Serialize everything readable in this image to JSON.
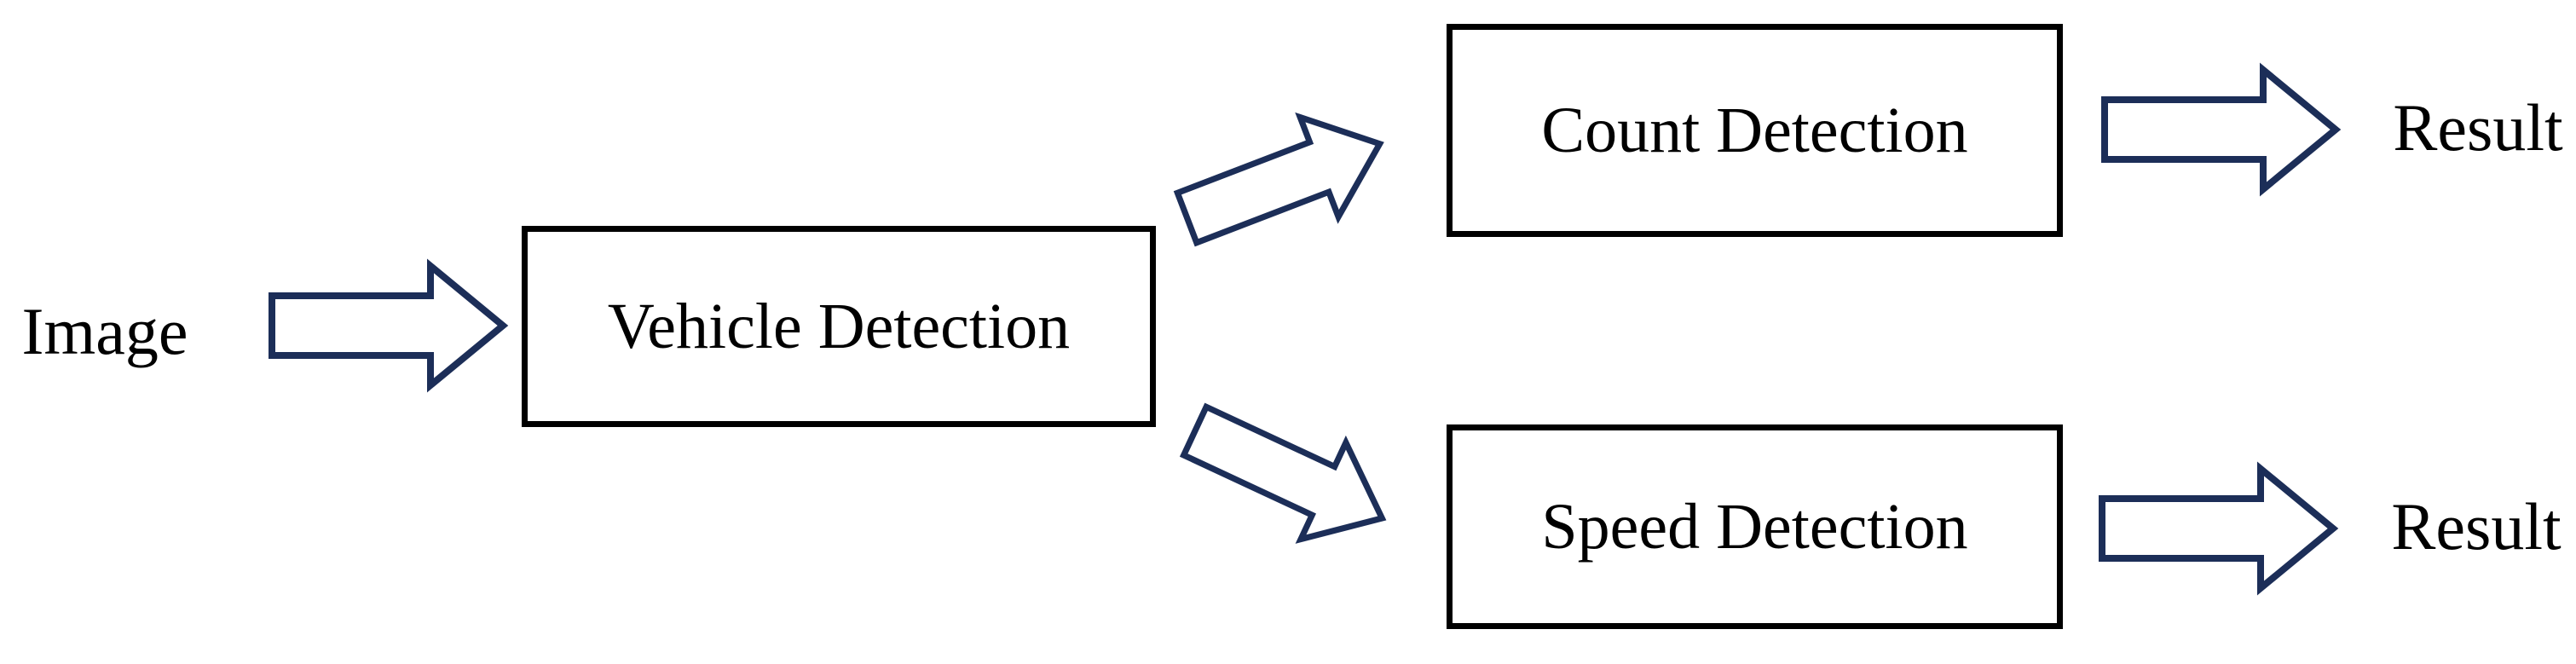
{
  "diagram": {
    "nodes": {
      "input": {
        "label": "Image"
      },
      "vehicle": {
        "label": "Vehicle Detection"
      },
      "count": {
        "label": "Count Detection"
      },
      "speed": {
        "label": "Speed Detection"
      },
      "count_result": {
        "label": "Result"
      },
      "speed_result": {
        "label": "Result"
      }
    },
    "icons": [
      "right-block-arrow",
      "up-right-block-arrow",
      "down-right-block-arrow",
      "right-block-arrow",
      "right-block-arrow"
    ]
  },
  "colors": {
    "background": "#ffffff",
    "box_border": "#000000",
    "label_text": "#000000",
    "arrow_outline": "#1c2e58",
    "arrow_fill": "#ffffff"
  }
}
